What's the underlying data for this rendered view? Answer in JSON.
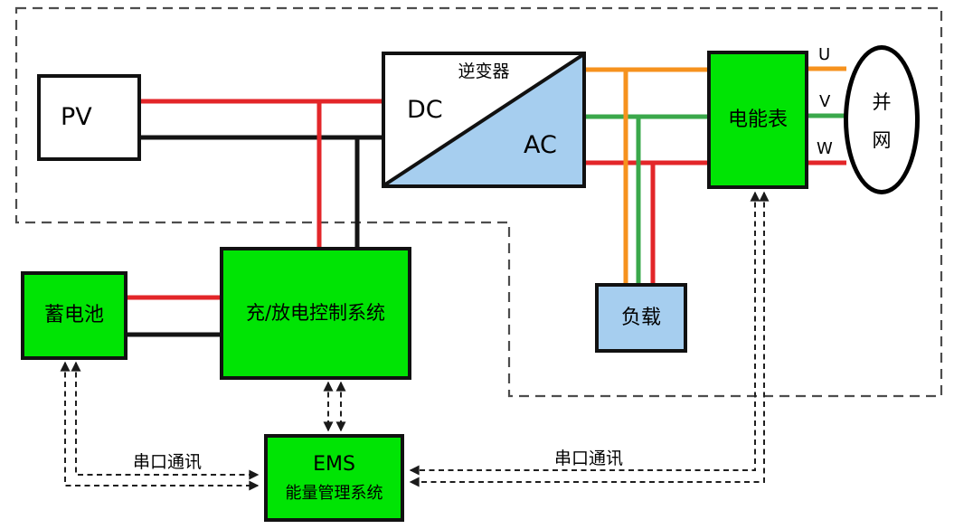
{
  "nodes": {
    "pv": {
      "label": "PV"
    },
    "inverter": {
      "title": "逆变器",
      "dc": "DC",
      "ac": "AC"
    },
    "meter": {
      "label": "电能表"
    },
    "grid": {
      "line1": "并",
      "line2": "网"
    },
    "load": {
      "label": "负载"
    },
    "battery": {
      "label": "蓄电池"
    },
    "controller": {
      "label": "充/放电控制系统"
    },
    "ems": {
      "title": "EMS",
      "subtitle": "能量管理系统"
    }
  },
  "labels": {
    "phase_u": "U",
    "phase_v": "V",
    "phase_w": "W",
    "serial_left": "串口通讯",
    "serial_right": "串口通讯"
  },
  "colors": {
    "node_green": "#00e404",
    "node_blue": "#a6ceef",
    "line_red": "#e32629",
    "line_black": "#141414",
    "line_orange": "#f6921e",
    "line_green": "#3aa84b",
    "outline_gray": "#4d4d4d",
    "comm_dash": "#1f1f1f"
  }
}
